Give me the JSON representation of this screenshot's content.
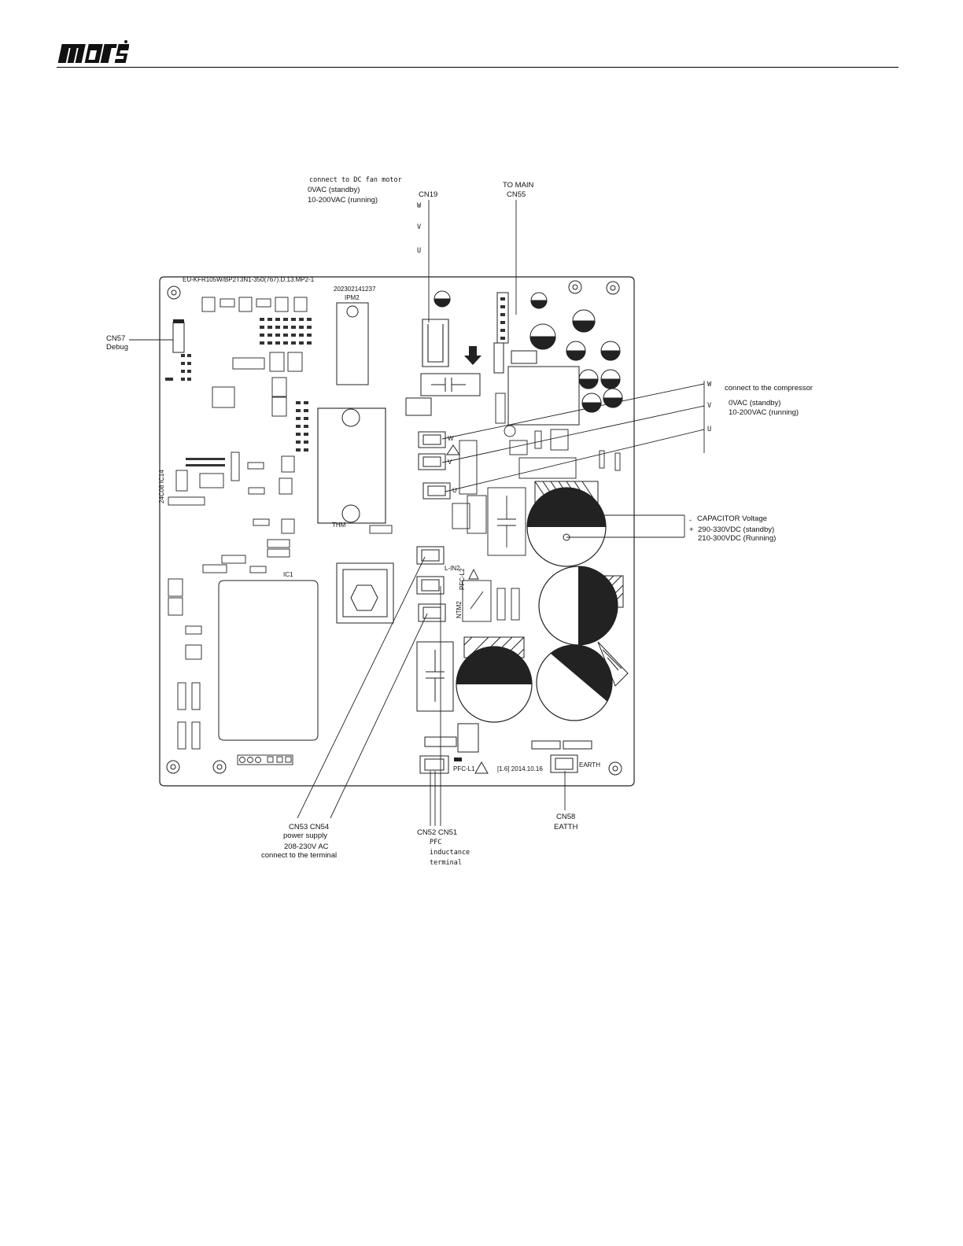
{
  "header": {
    "brand": "mars"
  },
  "board": {
    "model": "EU-KFR105W/BP2T3N1-350(767).D.13.MP2-1",
    "serial": "202302141237",
    "ipm": "IPM2",
    "ic1": "IC1",
    "ic_side": "24C08  IC14",
    "thm": "THM",
    "date": "[1.6] 2014.10.16",
    "earth_silk": "EARTH",
    "pfc_silk": "PFC-L1",
    "l_in": "L-IN2",
    "pfc_l2": "PFC-L2",
    "ntm": "NTM2",
    "w_silk": "W",
    "v_silk": "V",
    "u_silk": "U"
  },
  "labels": {
    "fan": {
      "title": "connect to DC fan motor",
      "standby": "0VAC  (standby)",
      "running": "10-200VAC  (running)",
      "cn": "CN19",
      "w": "W",
      "v": "V",
      "u": "U"
    },
    "main": {
      "line1": "TO MAIN",
      "line2": "CN55"
    },
    "debug": {
      "cn": "CN57",
      "name": "Debug"
    },
    "compressor": {
      "title": "connect to the compressor",
      "standby": "0VAC  (standby)",
      "running": "10-200VAC  (running)",
      "w": "W",
      "v": "V",
      "u": "U"
    },
    "capacitor": {
      "title": "CAPACITOR Voltage",
      "minus": "-",
      "plus": "+",
      "standby": "290-330VDC (standby)",
      "running": "210-300VDC (Running)"
    },
    "power": {
      "cn": "CN53  CN54",
      "name": "power  supply",
      "voltage": "208-230V AC",
      "terminal": "connect to the terminal"
    },
    "pfc": {
      "cn": "CN52  CN51",
      "l1": "PFC",
      "l2": "inductance",
      "l3": "terminal"
    },
    "earth": {
      "cn": "CN58",
      "name": "EATTH"
    }
  }
}
